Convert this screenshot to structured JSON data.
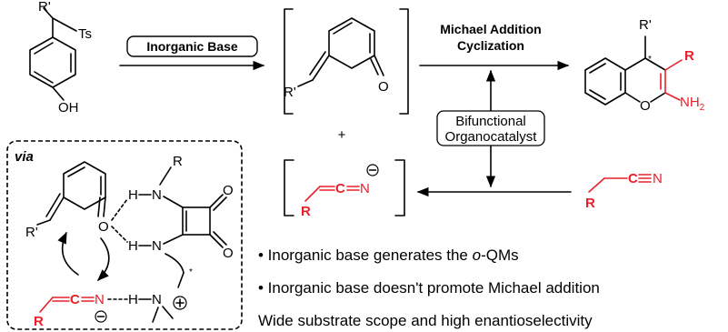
{
  "reaction": {
    "reagent_box": "Inorganic Base",
    "step2_line1": "Michael Addition",
    "step2_line2": "Cyclization",
    "catalyst_line1": "Bifunctional",
    "catalyst_line2": "Organocatalyst",
    "plus": "+"
  },
  "atoms": {
    "r_prime": "R'",
    "ts": "Ts",
    "oh": "OH",
    "o": "O",
    "r_bold": "R",
    "nh2": "NH",
    "nh2_sub": "2",
    "r": "R",
    "c": "C",
    "n": "N",
    "h": "H",
    "star": "*"
  },
  "via_box": {
    "title": "via"
  },
  "notes": {
    "bullet1_prefix": "• Inorganic base generates the ",
    "bullet1_italic": "o",
    "bullet1_suffix": "-QMs",
    "bullet2": "• Inorganic base doesn't promote Michael addition",
    "summary": "Wide substrate scope and high enantioselectivity"
  },
  "colors": {
    "red": "#e8202a",
    "black": "#000000"
  }
}
